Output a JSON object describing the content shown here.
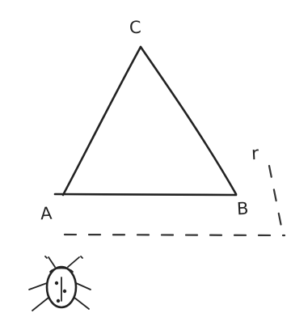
{
  "diagram": {
    "vertex_a_label": "A",
    "vertex_b_label": "B",
    "vertex_c_label": "C",
    "side_label": "r",
    "ink_color": "#222222",
    "background_color": "#ffffff",
    "bug_icon": "ladybug-icon"
  }
}
